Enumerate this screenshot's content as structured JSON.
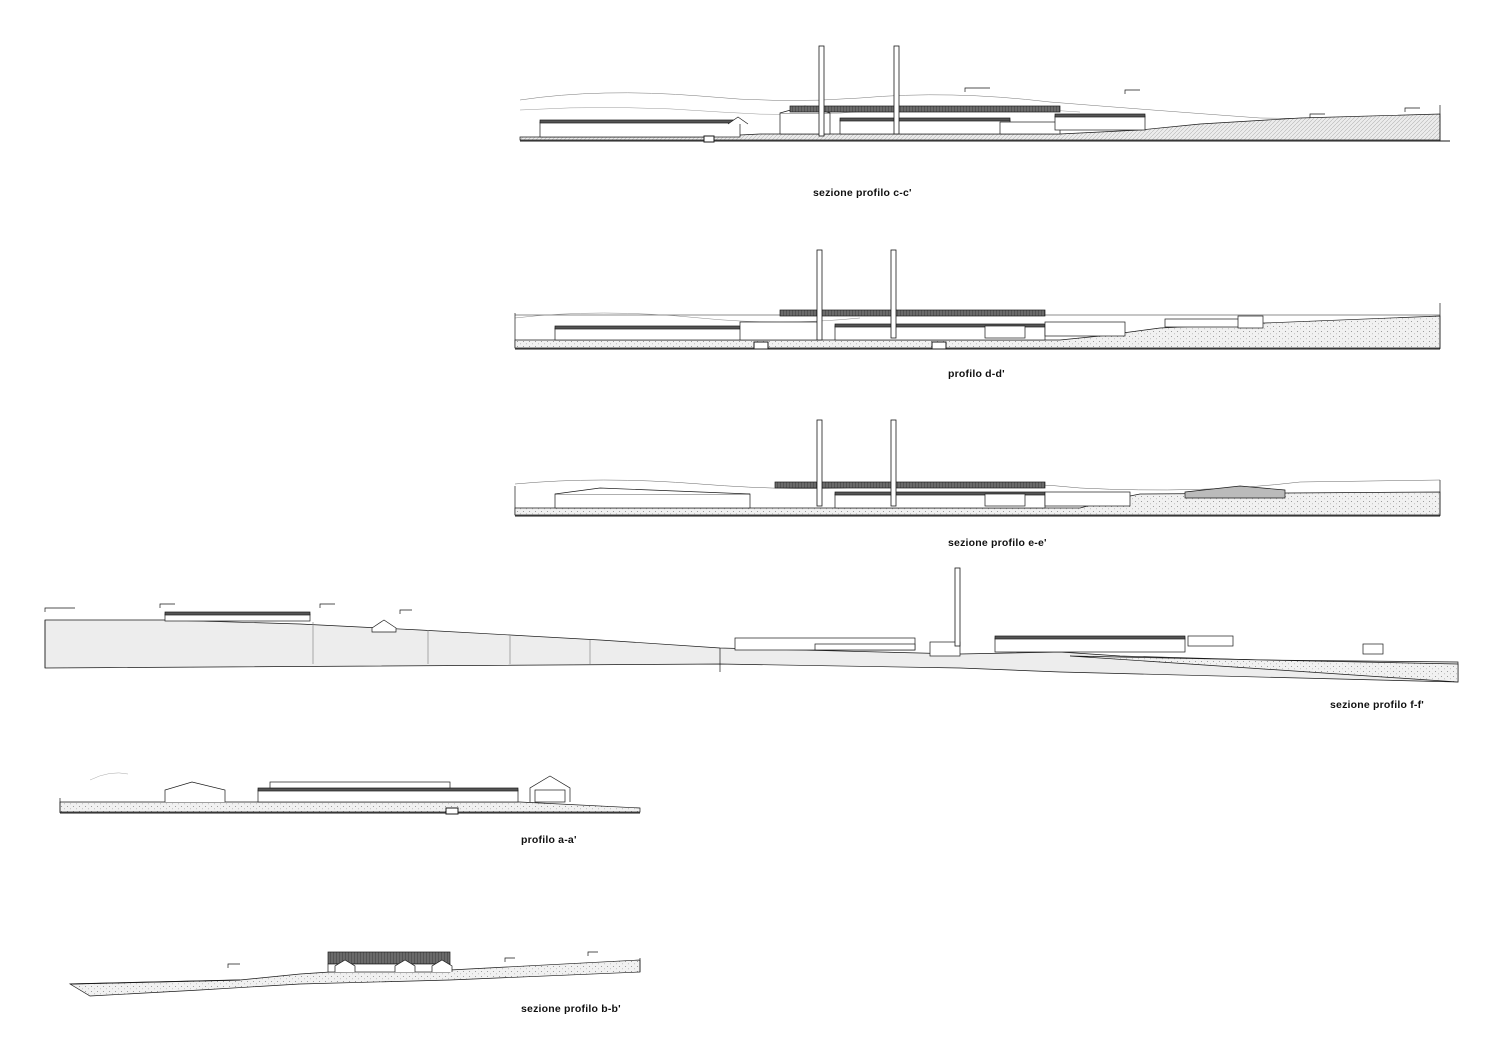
{
  "sheet": {
    "sections": [
      {
        "id": "c",
        "caption": "sezione profilo c-c'"
      },
      {
        "id": "d",
        "caption": "profilo d-d'"
      },
      {
        "id": "e",
        "caption": "sezione profilo e-e'"
      },
      {
        "id": "f",
        "caption": "sezione profilo f-f'"
      },
      {
        "id": "a",
        "caption": "profilo a-a'"
      },
      {
        "id": "b",
        "caption": "sezione profilo b-b'"
      }
    ]
  },
  "colors": {
    "ink": "#1a1a1a",
    "ground": "#e9e9e9",
    "roof": "#555555",
    "paper": "#ffffff"
  }
}
